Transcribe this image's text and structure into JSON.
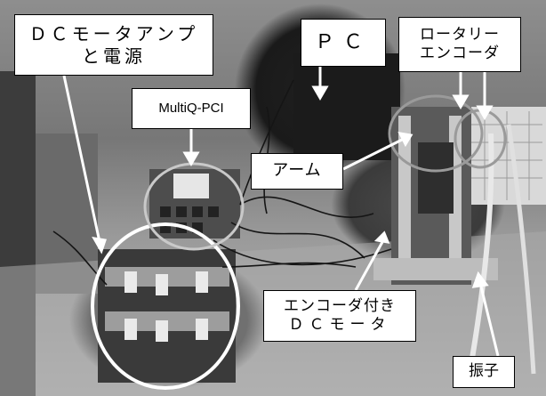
{
  "labels": {
    "dc_amp_line1": "ＤＣモータアンプ",
    "dc_amp_line2": "と電源",
    "pc": "ＰＣ",
    "encoder_line1": "ロータリー",
    "encoder_line2": "エンコーダ",
    "multiq": "MultiQ-PCI",
    "arm": "アーム",
    "motor_line1": "エンコーダ付き",
    "motor_line2": "ＤＣモータ",
    "pendulum": "振子"
  }
}
